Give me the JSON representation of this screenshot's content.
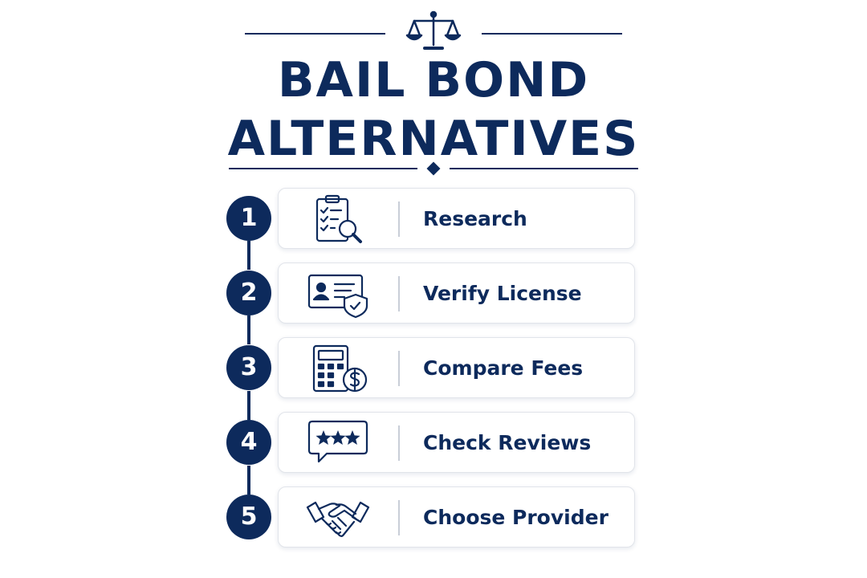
{
  "colors": {
    "navy": "#0d2a5c",
    "card_border": "#e1e4ea",
    "divider": "#c9ced8",
    "background": "#ffffff"
  },
  "header": {
    "icon": "scales-of-justice-icon",
    "title_line1": "BAIL BOND",
    "title_line2": "ALTERNATIVES"
  },
  "steps": [
    {
      "number": "1",
      "label": "Research",
      "icon": "clipboard-magnifier-icon"
    },
    {
      "number": "2",
      "label": "Verify License",
      "icon": "id-card-shield-icon"
    },
    {
      "number": "3",
      "label": "Compare Fees",
      "icon": "calculator-dollar-icon"
    },
    {
      "number": "4",
      "label": "Check Reviews",
      "icon": "star-rating-bubble-icon"
    },
    {
      "number": "5",
      "label": "Choose Provider",
      "icon": "handshake-icon"
    }
  ]
}
